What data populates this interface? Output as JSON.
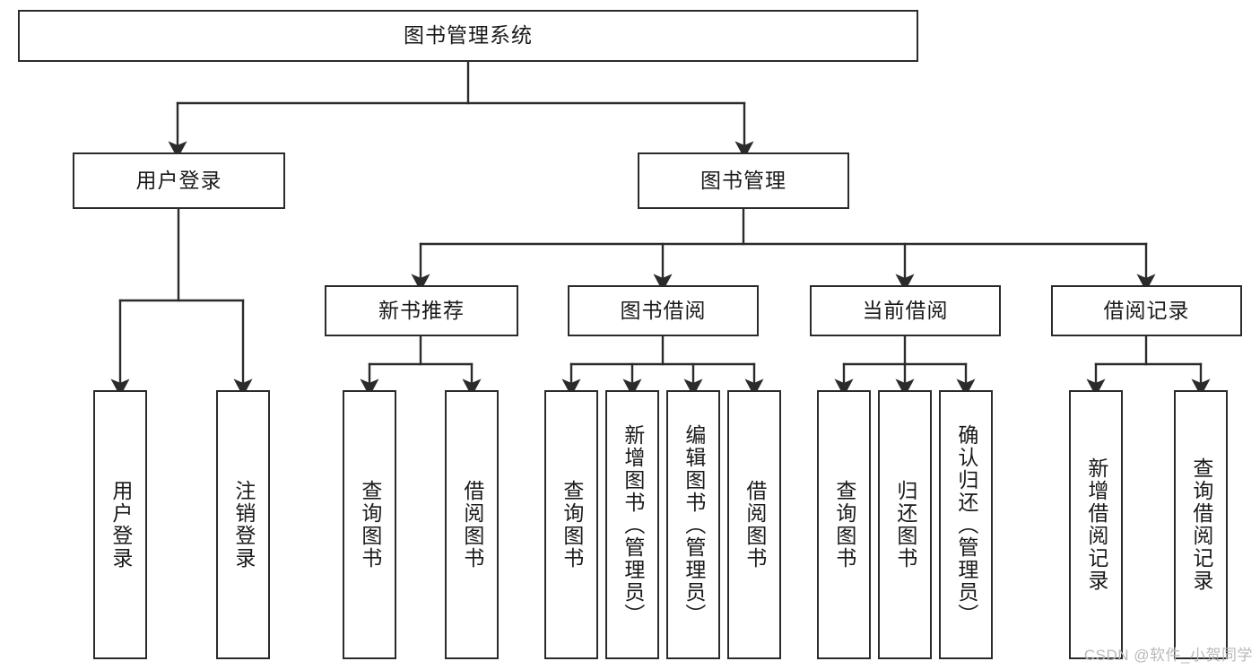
{
  "diagram": {
    "type": "tree-hierarchy",
    "title": "图书管理系统",
    "orientation": "top-down",
    "colors": {
      "stroke": "#2b2b2b",
      "fill": "#ffffff",
      "text": "#1a1a1a",
      "watermark": "#b9b9b9"
    },
    "watermark": "CSDN @软件_小贺同学"
  },
  "nodes": {
    "root": {
      "label": "图书管理系统"
    },
    "level2": [
      {
        "id": "user-login",
        "label": "用户登录"
      },
      {
        "id": "book-manage",
        "label": "图书管理"
      }
    ],
    "level3": [
      {
        "id": "new-book-recommend",
        "label": "新书推荐"
      },
      {
        "id": "book-borrow",
        "label": "图书借阅"
      },
      {
        "id": "current-borrow",
        "label": "当前借阅"
      },
      {
        "id": "borrow-record",
        "label": "借阅记录"
      }
    ],
    "leaves": {
      "user_login": [
        {
          "id": "leaf-user-login",
          "label": "用户登录"
        },
        {
          "id": "leaf-user-logout",
          "label": "注销登录"
        }
      ],
      "new_book_recommend": [
        {
          "id": "leaf-query-book-1",
          "label": "查询图书"
        },
        {
          "id": "leaf-borrow-book-1",
          "label": "借阅图书"
        }
      ],
      "book_borrow": [
        {
          "id": "leaf-query-book-2",
          "label": "查询图书"
        },
        {
          "id": "leaf-add-book",
          "label": "新增图书（管理员）"
        },
        {
          "id": "leaf-edit-book",
          "label": "编辑图书（管理员）"
        },
        {
          "id": "leaf-borrow-book-2",
          "label": "借阅图书"
        }
      ],
      "current_borrow": [
        {
          "id": "leaf-query-book-3",
          "label": "查询图书"
        },
        {
          "id": "leaf-return-book",
          "label": "归还图书"
        },
        {
          "id": "leaf-confirm-return",
          "label": "确认归还（管理员）"
        }
      ],
      "borrow_record": [
        {
          "id": "leaf-add-record",
          "label": "新增借阅记录"
        },
        {
          "id": "leaf-query-record",
          "label": "查询借阅记录"
        }
      ]
    }
  }
}
